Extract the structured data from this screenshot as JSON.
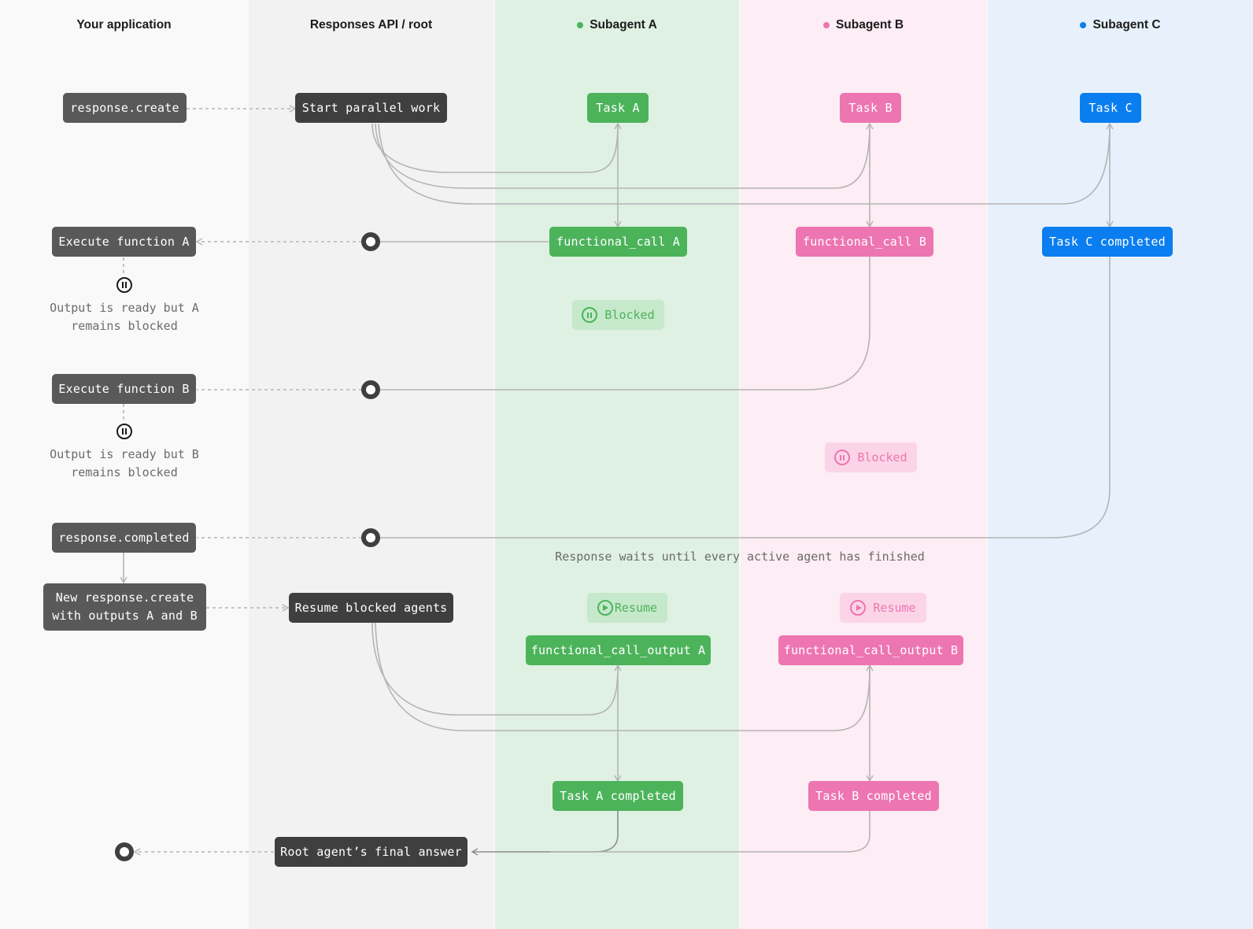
{
  "lanes": [
    {
      "title": "Your application",
      "color": "#f9f9f9"
    },
    {
      "title": "Responses API / root",
      "color": "#f2f2f2"
    },
    {
      "title": "Subagent A",
      "color": "#dff1e3",
      "dot": "#4cb35b"
    },
    {
      "title": "Subagent B",
      "color": "#fdedf4",
      "dot": "#ed75b1"
    },
    {
      "title": "Subagent C",
      "color": "#e8f1fb",
      "dot": "#0a7ef0"
    }
  ],
  "nodes": {
    "response_create": "response.create",
    "start_parallel": "Start parallel work",
    "task_a": "Task A",
    "task_b": "Task B",
    "task_c": "Task C",
    "execute_a": "Execute function A",
    "call_a": "functional_call A",
    "call_b": "functional_call B",
    "task_c_completed": "Task C completed",
    "blocked_a": "Blocked",
    "note_a_line1": "Output is ready but A",
    "note_a_line2": "remains blocked",
    "execute_b": "Execute function B",
    "note_b_line1": "Output is ready but B",
    "note_b_line2": "remains blocked",
    "blocked_b": "Blocked",
    "response_completed": "response.completed",
    "wait_note": "Response waits until every active agent has finished",
    "new_create_line1": "New response.create",
    "new_create_line2": "with outputs A and B",
    "resume_blocked": "Resume blocked agents",
    "resume_a": "Resume",
    "resume_b": "Resume",
    "output_a": "functional_call_output A",
    "output_b": "functional_call_output B",
    "task_a_completed": "Task A completed",
    "task_b_completed": "Task B completed",
    "final_answer": "Root agent’s final answer"
  },
  "icons": {
    "pause": "pause-icon",
    "play": "play-icon",
    "endpoint": "endpoint-circle-icon"
  },
  "colors": {
    "dark_node": "#3f3f3f",
    "grey_node": "#595959",
    "green": "#4cb35b",
    "pink": "#ed75b1",
    "blue": "#0a7ef0",
    "connector": "#b4b4b4"
  }
}
